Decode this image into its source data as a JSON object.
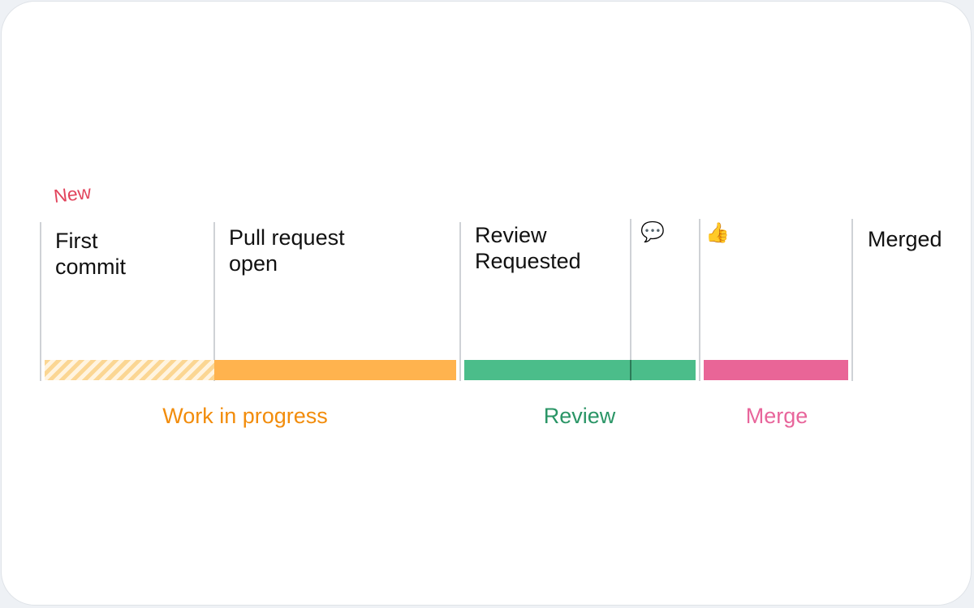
{
  "new_badge": "New",
  "stages": {
    "first_commit": "First\ncommit",
    "pr_open": "Pull request\nopen",
    "review_requested": "Review\nRequested",
    "merged": "Merged"
  },
  "icons": {
    "comment": "💬",
    "approve": "👍"
  },
  "phases": {
    "work_in_progress": "Work in progress",
    "review": "Review",
    "merge": "Merge"
  },
  "colors": {
    "work_in_progress": "#ffb34e",
    "work_in_progress_text": "#f28c0b",
    "review": "#4bbd8a",
    "review_text": "#2a9566",
    "merge": "#e96597",
    "merge_text": "#e8659b",
    "new": "#e2445c"
  }
}
